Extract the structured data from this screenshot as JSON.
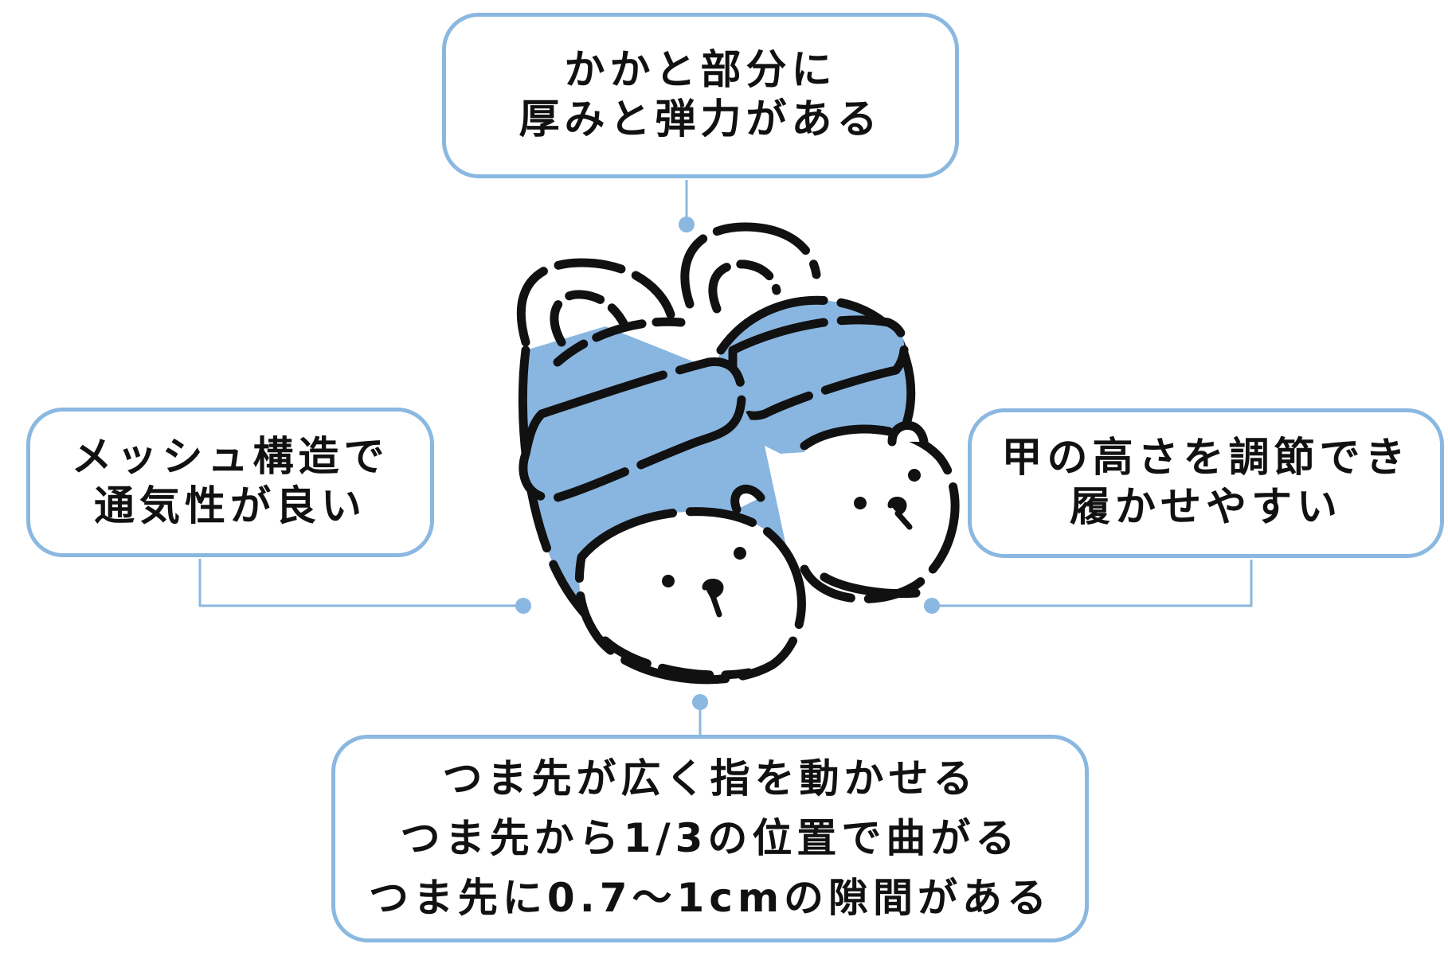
{
  "colors": {
    "accent": "#8ab8e0",
    "shoe_fill": "#89b6e0",
    "outline": "#111111",
    "text": "#111111"
  },
  "illustration": {
    "name": "baby-shoes-bear-icon"
  },
  "callouts": {
    "top": {
      "lines": [
        "かかと部分に",
        "厚みと弾力がある"
      ]
    },
    "left": {
      "lines": [
        "メッシュ構造で",
        "通気性が良い"
      ]
    },
    "right": {
      "lines": [
        "甲の高さを調節でき",
        "履かせやすい"
      ]
    },
    "bottom": {
      "lines": [
        "つま先が広く指を動かせる",
        "つま先から1/3の位置で曲がる",
        "つま先に0.7〜1cmの隙間がある"
      ]
    }
  }
}
